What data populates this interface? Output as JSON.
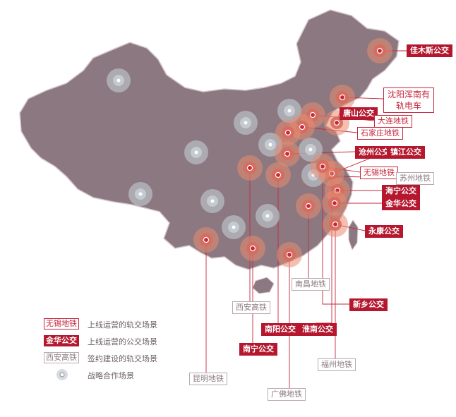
{
  "colors": {
    "land": "#8c7880",
    "border": "#d9c9cf",
    "operating": "#c5283d",
    "operating_bus": "#b4172e",
    "signed": "#b9a9b0",
    "strategic": "#b7bcc3",
    "leader_line": "#c5283d"
  },
  "labels": {
    "jiamusi": "佳木斯公交",
    "shenyang": "沈阳浑南有轨电车",
    "tangshan": "唐山公交",
    "dalian": "大连地铁",
    "shijiazhuang": "石家庄地铁",
    "cangzhou": "沧州公交",
    "zhenjiang": "镇江公交",
    "wuxi": "无锡地铁",
    "suzhou": "苏州地铁",
    "haining": "海宁公交",
    "jinhua": "金华公交",
    "yongkang": "永康公交",
    "nanchang": "南昌地铁",
    "xian": "西安高铁",
    "xinxiang": "新乡公交",
    "nanyang": "南阳公交",
    "huainan": "淮南公交",
    "nanning": "南宁公交",
    "fuzhou": "福州地铁",
    "kunming": "昆明地铁",
    "guangfo": "广佛地铁"
  },
  "legend": {
    "rail": {
      "chip": "无锡地铁",
      "text": "上线运营的轨交场景"
    },
    "bus": {
      "chip": "金华公交",
      "text": "上线运营的公交场景"
    },
    "signed": {
      "chip": "西安高铁",
      "text": "签约建设的轨交场景"
    },
    "strategic": {
      "text": "战略合作场景"
    }
  }
}
